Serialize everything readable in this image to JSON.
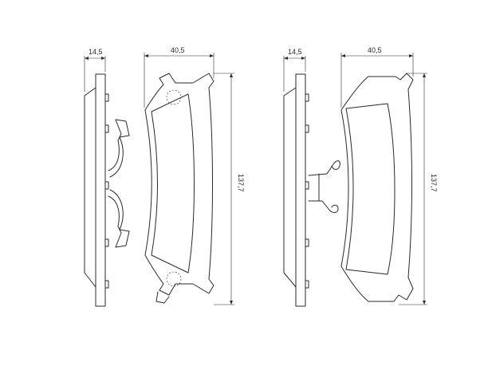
{
  "left_group": {
    "backplate_thickness": "14,5",
    "pad_width": "40,5",
    "pad_height": "137,7"
  },
  "right_group": {
    "backplate_thickness": "14,5",
    "pad_width": "40,5",
    "pad_height": "137,7"
  }
}
